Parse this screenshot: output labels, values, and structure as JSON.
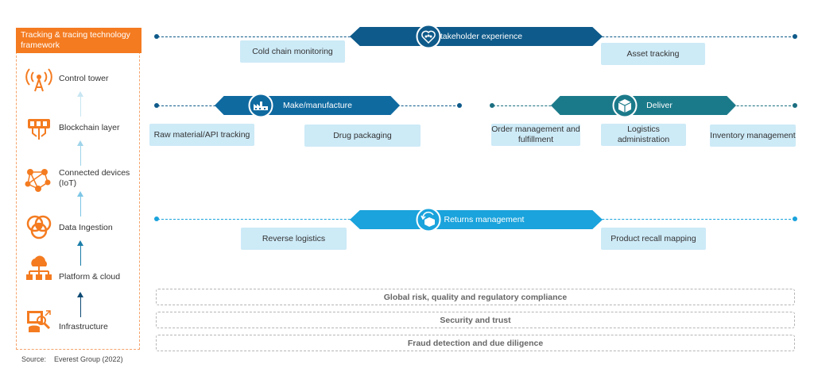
{
  "framework": {
    "title": "Tracking & tracing technology framework",
    "layers": [
      {
        "label": "Control tower",
        "icon": "antenna-icon"
      },
      {
        "label": "Blockchain layer",
        "icon": "blockchain-icon"
      },
      {
        "label": "Connected devices (IoT)",
        "icon": "connected-devices-icon"
      },
      {
        "label": "Data Ingestion",
        "icon": "data-ingestion-icon"
      },
      {
        "label": "Platform & cloud",
        "icon": "cloud-platform-icon"
      },
      {
        "label": "Infrastructure",
        "icon": "infrastructure-icon"
      }
    ]
  },
  "stakeholder": {
    "title": "Stakeholder experience",
    "icon": "heart-people-icon",
    "items": [
      "Cold chain monitoring",
      "Asset tracking"
    ]
  },
  "make": {
    "title": "Make/manufacture",
    "icon": "factory-icon",
    "items": [
      "Raw material/API tracking",
      "Drug packaging"
    ]
  },
  "deliver": {
    "title": "Deliver",
    "icon": "package-icon",
    "items": [
      "Order management and fulfillment",
      "Logistics administration",
      "Inventory management"
    ]
  },
  "returns": {
    "title": "Returns management",
    "icon": "return-box-icon",
    "items": [
      "Reverse logistics",
      "Product recall mapping"
    ]
  },
  "bands": [
    "Global risk, quality and regulatory compliance",
    "Security and trust",
    "Fraud detection and due diligence"
  ],
  "source": "Source:    Everest Group (2022)",
  "colors": {
    "orange": "#f47b20",
    "dark_blue": "#0e5a8a",
    "teal": "#1b7a8a",
    "light_blue": "#1aa3dc",
    "box_fill": "#cdeaf7"
  }
}
